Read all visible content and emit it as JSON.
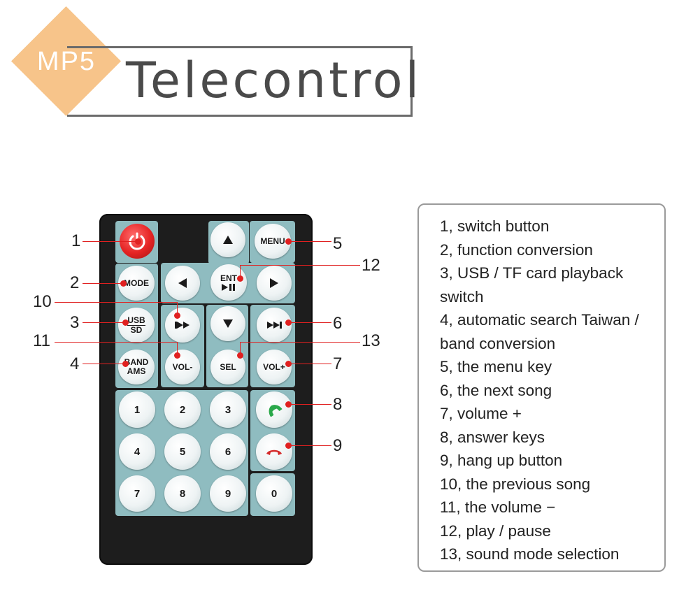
{
  "header": {
    "badge": "MP5",
    "title": "Telecontrol"
  },
  "remote": {
    "buttons": {
      "menu": "MENU",
      "mode": "MODE",
      "ent": "ENT",
      "usb": "USB",
      "sd": "SD",
      "band": "BAND",
      "ams": "AMS",
      "vol_minus": "VOL-",
      "sel": "SEL",
      "vol_plus": "VOL+",
      "n1": "1",
      "n2": "2",
      "n3": "3",
      "n4": "4",
      "n5": "5",
      "n6": "6",
      "n7": "7",
      "n8": "8",
      "n9": "9",
      "n0": "0"
    },
    "callouts": [
      "1",
      "2",
      "3",
      "4",
      "5",
      "6",
      "7",
      "8",
      "9",
      "10",
      "11",
      "12",
      "13"
    ],
    "icons": {
      "power": "power-icon",
      "up": "arrow-up-icon",
      "down": "arrow-down-icon",
      "left": "arrow-left-icon",
      "right": "arrow-right-icon",
      "play_pause": "play-pause-icon",
      "prev": "previous-track-icon",
      "next": "next-track-icon",
      "answer": "answer-phone-icon",
      "hangup": "hang-up-phone-icon"
    },
    "colors": {
      "panel": "#8fbcc0",
      "body": "#1d1d1d",
      "callout": "#e02020",
      "power": "#e52424",
      "answer": "#2aa84a",
      "hangup": "#d42a2a",
      "badge": "#f7c48a"
    }
  },
  "legend": {
    "lines": [
      "1, switch button",
      "2, function conversion",
      "3, USB / TF card playback",
      "switch",
      "4, automatic search Taiwan /",
      "band conversion",
      "5, the menu key",
      "6, the next song",
      "7, volume +",
      "8, answer keys",
      "9, hang up button",
      "10, the previous song",
      "11, the volume −",
      "12, play / pause",
      "13, sound mode selection"
    ]
  }
}
